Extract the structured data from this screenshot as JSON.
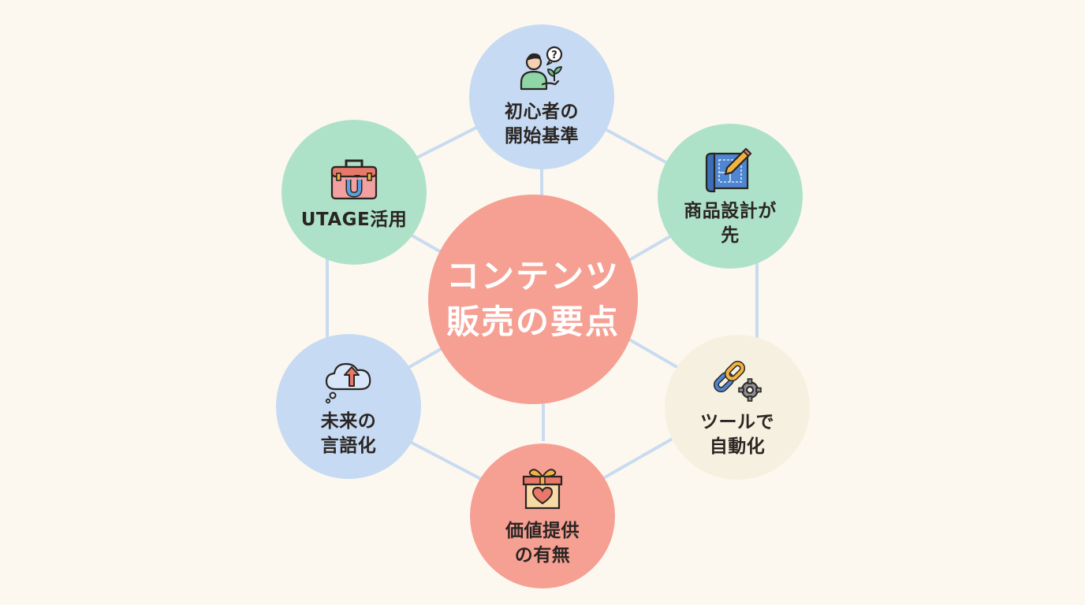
{
  "center": {
    "label": "コンテンツ\n販売の要点",
    "color": "#f6a093"
  },
  "nodes": [
    {
      "id": "beginner",
      "label": "初心者の\n開始基準",
      "icon": "person-sprout-question-icon",
      "color": "#c6daf3"
    },
    {
      "id": "product",
      "label": "商品設計が\n先",
      "icon": "blueprint-pencil-icon",
      "color": "#aee2c8"
    },
    {
      "id": "tools",
      "label": "ツールで\n自動化",
      "icon": "chain-link-gear-icon",
      "color": "#f6f0e0"
    },
    {
      "id": "value",
      "label": "価値提供\nの有無",
      "icon": "gift-box-heart-icon",
      "color": "#f6a093"
    },
    {
      "id": "future",
      "label": "未来の\n言語化",
      "icon": "thought-cloud-up-arrow-icon",
      "color": "#c6daf3"
    },
    {
      "id": "utage",
      "label": "UTAGE活用",
      "icon": "toolbox-magnet-icon",
      "color": "#aee2c8"
    }
  ],
  "connector_color": "#c9dbf0"
}
